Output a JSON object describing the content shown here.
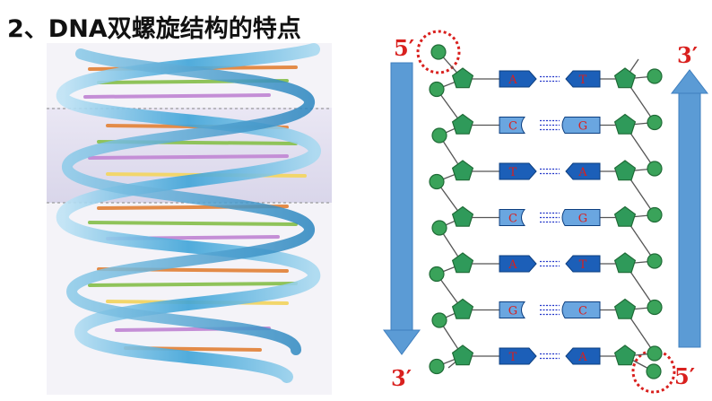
{
  "title": "2、DNA双螺旋结构的特点",
  "left_strand": {
    "top_label": "5′",
    "bottom_label": "3′"
  },
  "right_strand": {
    "top_label": "3′",
    "bottom_label": "5′"
  },
  "base_pairs": [
    {
      "left": "A",
      "right": "T"
    },
    {
      "left": "C",
      "right": "G"
    },
    {
      "left": "T",
      "right": "A"
    },
    {
      "left": "C",
      "right": "G"
    },
    {
      "left": "A",
      "right": "T"
    },
    {
      "left": "G",
      "right": "C"
    },
    {
      "left": "T",
      "right": "A"
    }
  ],
  "colors": {
    "phosphate": "#3aa35a",
    "sugar": "#2f9a5a",
    "purine_blue": "#1c5fb8",
    "pyrimidine_light": "#6aa6e0",
    "arrow": "#5b9bd5",
    "label_red": "#d9201e",
    "hbond": "#2235c8"
  }
}
